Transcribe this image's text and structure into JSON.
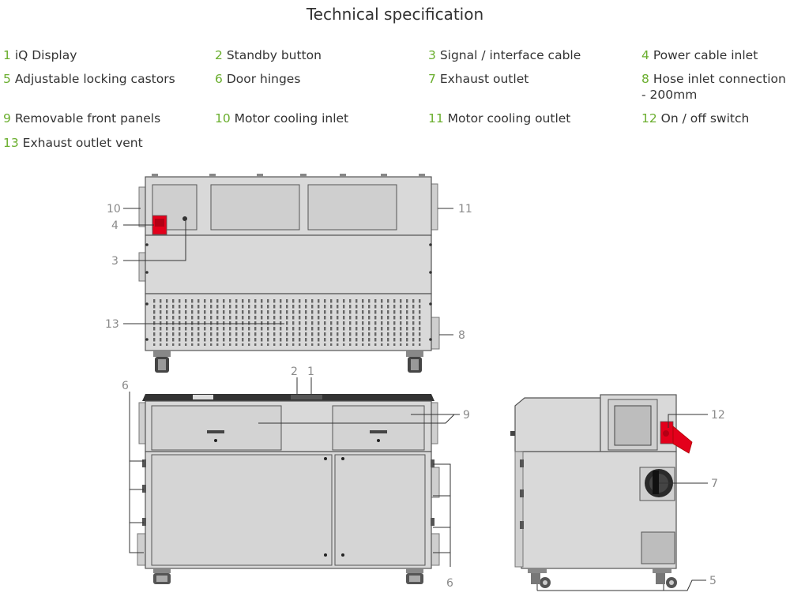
{
  "title": "Technical specification",
  "legend": [
    {
      "num": "1",
      "label": "iQ Display"
    },
    {
      "num": "2",
      "label": "Standby button"
    },
    {
      "num": "3",
      "label": "Signal / interface cable"
    },
    {
      "num": "4",
      "label": "Power cable inlet"
    },
    {
      "num": "5",
      "label": "Adjustable locking castors"
    },
    {
      "num": "6",
      "label": "Door hinges"
    },
    {
      "num": "7",
      "label": "Exhaust outlet"
    },
    {
      "num": "8",
      "label": "Hose inlet connection - 200mm"
    },
    {
      "num": "9",
      "label": "Removable front panels"
    },
    {
      "num": "10",
      "label": "Motor cooling inlet"
    },
    {
      "num": "11",
      "label": "Motor cooling outlet"
    },
    {
      "num": "12",
      "label": "On / off switch"
    },
    {
      "num": "13",
      "label": "Exhaust outlet vent"
    }
  ],
  "callouts": {
    "rear": [
      "10",
      "4",
      "3",
      "13",
      "11",
      "8"
    ],
    "front": [
      "2",
      "1",
      "6",
      "9",
      "6"
    ],
    "side": [
      "12",
      "7",
      "5"
    ]
  },
  "colors": {
    "accent": "#6aae2e",
    "switch_red": "#e3001b",
    "body_grey": "#d9d9d9",
    "outline": "#555555",
    "callout_grey": "#8a8a8a"
  }
}
